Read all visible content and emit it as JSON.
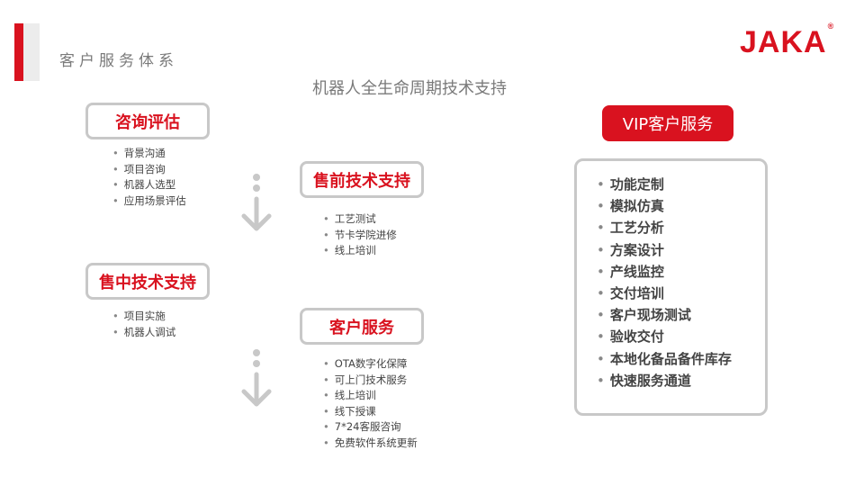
{
  "header": {
    "section_title": "客户服务体系",
    "logo_text": "JAKA",
    "logo_mark": "®",
    "subtitle": "机器人全生命周期技术支持"
  },
  "stages": {
    "consult": {
      "title": "咨询评估",
      "items": [
        "背景沟通",
        "项目咨询",
        "机器人选型",
        "应用场景评估"
      ]
    },
    "presale": {
      "title": "售前技术支持",
      "items": [
        "工艺测试",
        "节卡学院进修",
        "线上培训"
      ]
    },
    "insale": {
      "title": "售中技术支持",
      "items": [
        "项目实施",
        "机器人调试"
      ]
    },
    "service": {
      "title": "客户服务",
      "items": [
        "OTA数字化保障",
        "可上门技术服务",
        "线上培训",
        "线下授课",
        "7*24客服咨询",
        "免费软件系统更新"
      ]
    }
  },
  "vip": {
    "title": "VIP客户服务",
    "items": [
      "功能定制",
      "模拟仿真",
      "工艺分析",
      "方案设计",
      "产线监控",
      "交付培训",
      "客户现场测试",
      "验收交付",
      "本地化备品备件库存",
      "快速服务通道"
    ]
  },
  "colors": {
    "accent": "#d9121f",
    "border": "#c8c8c8",
    "muted_text": "#7a7a7a"
  }
}
